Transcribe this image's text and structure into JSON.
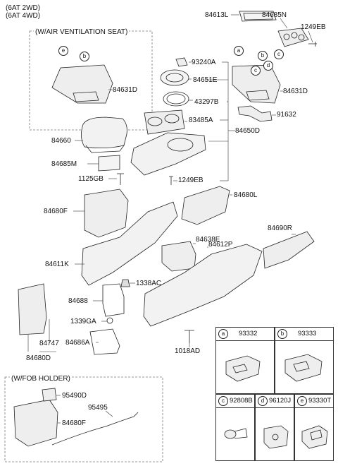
{
  "header": {
    "line1": "(6AT 2WD)",
    "line2": "(6AT 4WD)"
  },
  "boxes": {
    "vent_seat": "(W/AIR VENTILATION SEAT)",
    "fob_holder": "(W/FOB HOLDER)"
  },
  "callouts": {
    "a": "a",
    "b": "b",
    "c": "c",
    "d": "d",
    "e": "e"
  },
  "parts": {
    "p84613L": "84613L",
    "p84685N": "84685N",
    "p1249EB_top": "1249EB",
    "p93240A": "93240A",
    "p84651E": "84651E",
    "p43297B": "43297B",
    "p83485A": "83485A",
    "p84650D": "84650D",
    "p84631D_left": "84631D",
    "p84631D_right": "84631D",
    "p91632": "91632",
    "p84660": "84660",
    "p84685M": "84685M",
    "p1125GB": "1125GB",
    "p1249EB_mid": "1249EB",
    "p84680L": "84680L",
    "p84680F": "84680F",
    "p84638E": "84638E",
    "p84612P": "84612P",
    "p84690R": "84690R",
    "p84611K": "84611K",
    "p1338AC": "1338AC",
    "p84688": "84688",
    "p1339GA": "1339GA",
    "p84686A": "84686A",
    "p84747": "84747",
    "p84680D": "84680D",
    "p1018AD": "1018AD",
    "p95490D": "95490D",
    "p95495": "95495",
    "p84680F_fob": "84680F"
  },
  "legend": [
    {
      "letter": "a",
      "code": "93332"
    },
    {
      "letter": "b",
      "code": "93333"
    },
    {
      "letter": "c",
      "code": "92808B"
    },
    {
      "letter": "d",
      "code": "96120J"
    },
    {
      "letter": "e",
      "code": "93330T"
    }
  ],
  "colors": {
    "line": "#222222",
    "part_fill": "#f2f2f2",
    "dash": "#888888"
  }
}
